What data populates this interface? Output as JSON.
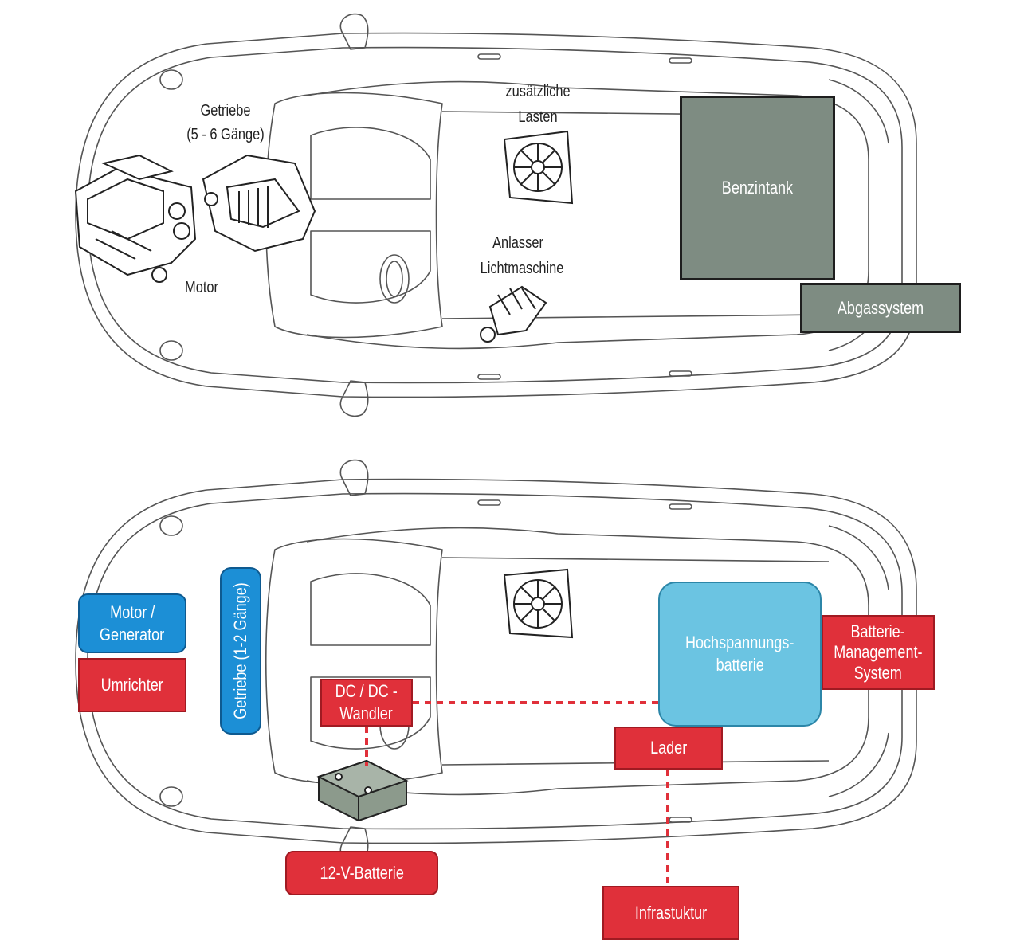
{
  "top_car": {
    "labels": {
      "getriebe": "Getriebe",
      "getriebe_sub": "(5 - 6 Gänge)",
      "motor": "Motor",
      "zusaetzliche": "zusätzliche",
      "lasten": "Lasten",
      "anlasser": "Anlasser",
      "lichtmaschine": "Lichtmaschine"
    },
    "boxes": {
      "benzintank": "Benzintank",
      "abgassystem": "Abgassystem"
    }
  },
  "bottom_car": {
    "boxes": {
      "motor_generator_1": "Motor /",
      "motor_generator_2": "Generator",
      "umrichter": "Umrichter",
      "getriebe": "Getriebe (1-2 Gänge)",
      "dcdc_1": "DC / DC -",
      "dcdc_2": "Wandler",
      "hochspannung_1": "Hochspannungs-",
      "hochspannung_2": "batterie",
      "bms_1": "Batterie-",
      "bms_2": "Management-",
      "bms_3": "System",
      "lader": "Lader",
      "batterie12v": "12-V-Batterie",
      "infrastruktur": "Infrastuktur"
    }
  },
  "colors": {
    "red": "#e0303a",
    "blue": "#1c8fd6",
    "light_blue": "#6bc4e2",
    "gray": "#7e8c82"
  }
}
